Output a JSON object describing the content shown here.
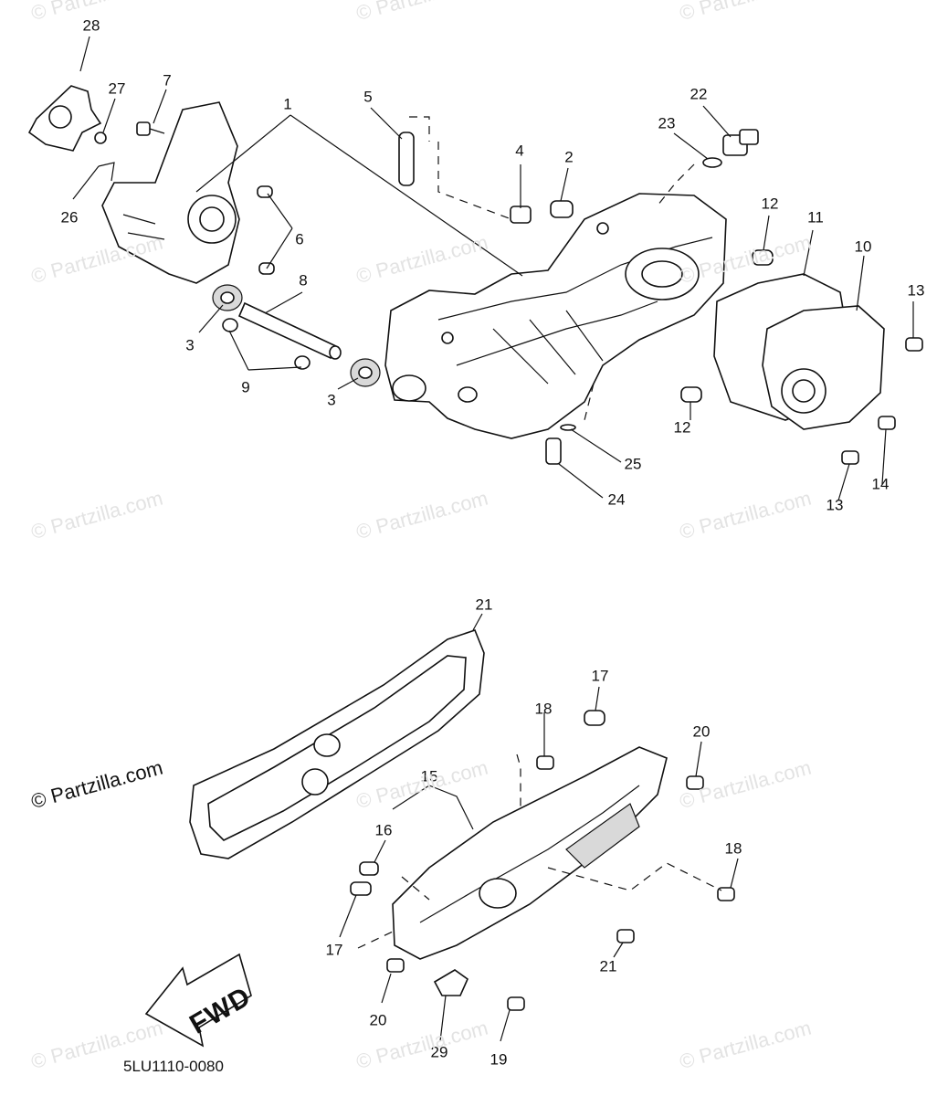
{
  "diagram": {
    "callouts": [
      "28",
      "27",
      "7",
      "26",
      "1",
      "6",
      "3",
      "8",
      "9",
      "3",
      "5",
      "4",
      "2",
      "22",
      "23",
      "12",
      "11",
      "10",
      "13",
      "12",
      "25",
      "24",
      "13",
      "14",
      "21",
      "17",
      "18",
      "20",
      "15",
      "16",
      "18",
      "17",
      "21",
      "20",
      "29",
      "19"
    ],
    "drawing_code": "5LU1110-0080",
    "fwd_label": "FWD",
    "watermark": "© Partzilla.com",
    "watermark_copyright": "© Partzilla.com"
  }
}
